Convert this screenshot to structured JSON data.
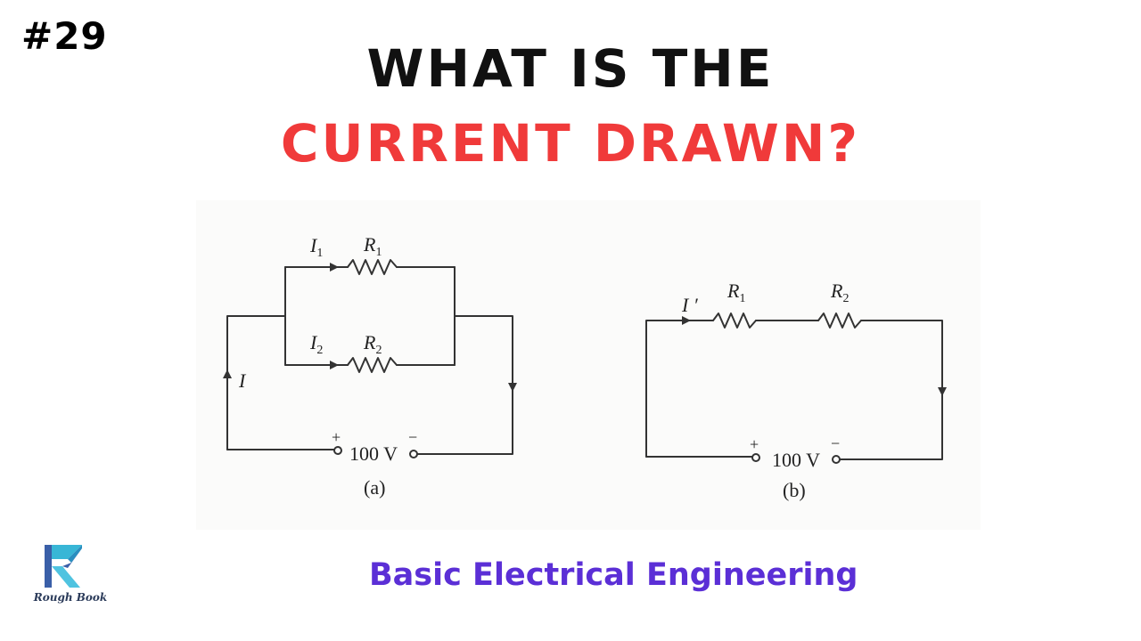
{
  "episode_tag": "#29",
  "title": {
    "line1": "WHAT IS THE",
    "line2": "CURRENT DRAWN?",
    "line1_color": "#111111",
    "line2_color": "#f03a3a"
  },
  "circuit_a": {
    "caption": "(a)",
    "branch_currents": [
      "I1",
      "I2"
    ],
    "resistors": [
      "R1",
      "R2"
    ],
    "source_current": "I",
    "source_voltage": "100 V",
    "plus": "+",
    "minus": "−"
  },
  "circuit_b": {
    "caption": "(b)",
    "source_current": "I ′",
    "resistors": [
      "R1",
      "R2"
    ],
    "source_voltage": "100 V",
    "plus": "+",
    "minus": "−"
  },
  "brand": {
    "logo_name": "Rough Book",
    "subject": "Basic Electrical Engineering",
    "subject_color": "#5b2fd6"
  }
}
